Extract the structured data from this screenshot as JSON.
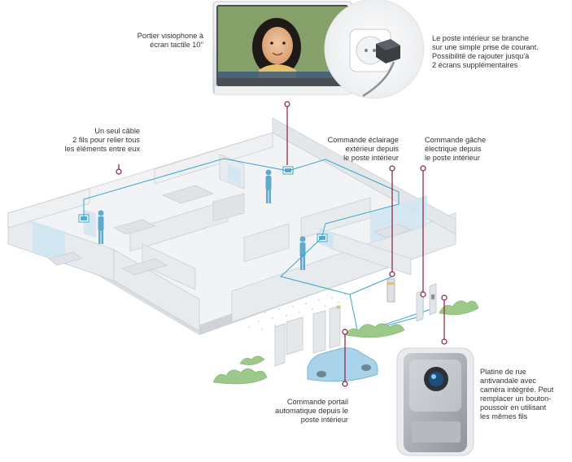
{
  "labels": {
    "monitor": "Portier visiophone à\nécran tactile 10''",
    "socket": "Le poste intérieur se branche\nsur une simple prise de courant.\nPossibilité de rajouter jusqu'à\n2 écrans supplémentaires",
    "cable": "Un seul câble\n2 fils pour relier tous\nles éléments entre eux",
    "lighting": "Commande éclairage\nextérieur depuis\nle poste intérieur",
    "strike": "Commande gâche\nélectrique depuis\nle poste intérieur",
    "gate": "Commande portail\nautomatique depuis le\nposte intérieur",
    "door_station": "Platine de rue\nantivandale avec\ncaméra intégrée. Peut\nremplacer un bouton-\npoussoir en utilisant\nles mêmes fils"
  },
  "colors": {
    "callout": "#8a1f3c",
    "wire": "#3aa6c8",
    "wall": "#e9ecef",
    "glass": "#cfe8f4",
    "hedge": "#9cc98a"
  }
}
